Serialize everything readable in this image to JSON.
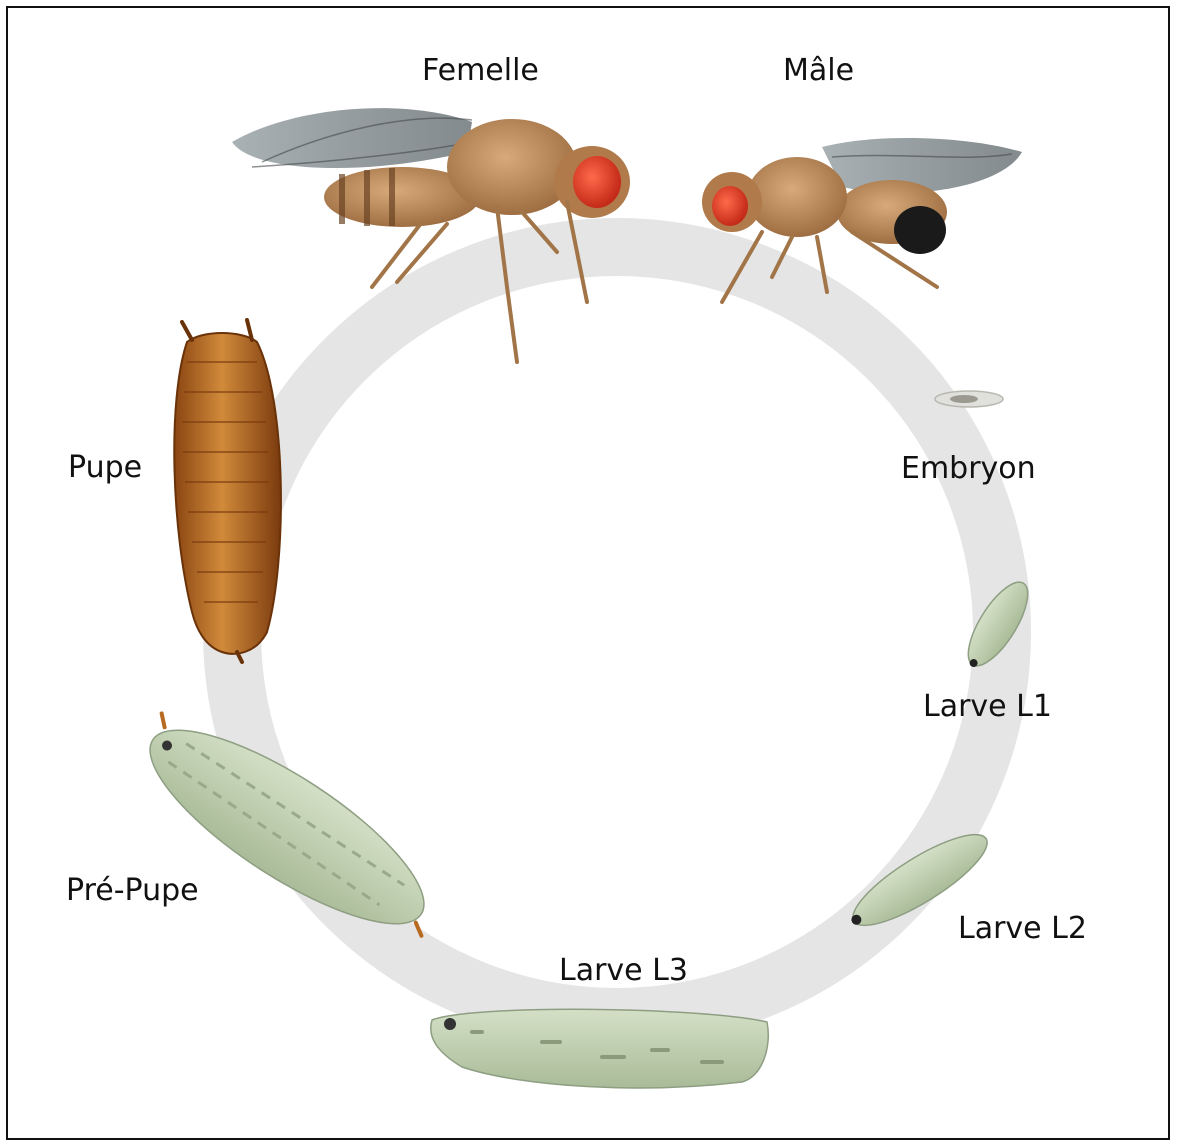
{
  "stages": {
    "female": "Femelle",
    "male": "Mâle",
    "embryo": "Embryon",
    "larva_l1": "Larve L1",
    "larva_l2": "Larve L2",
    "larva_l3": "Larve L3",
    "prepupa": "Pré-Pupe",
    "pupa": "Pupe"
  },
  "colors": {
    "cycle_ring": "#e5e5e5",
    "fly_body": "#b8875c",
    "fly_eye": "#e8402a",
    "pupa": "#b8691e",
    "larva": "#c2d2b2"
  },
  "icons": [
    "female-fly-icon",
    "male-fly-icon",
    "embryo-icon",
    "larva-l1-icon",
    "larva-l2-icon",
    "larva-l3-icon",
    "prepupa-icon",
    "pupa-icon"
  ]
}
